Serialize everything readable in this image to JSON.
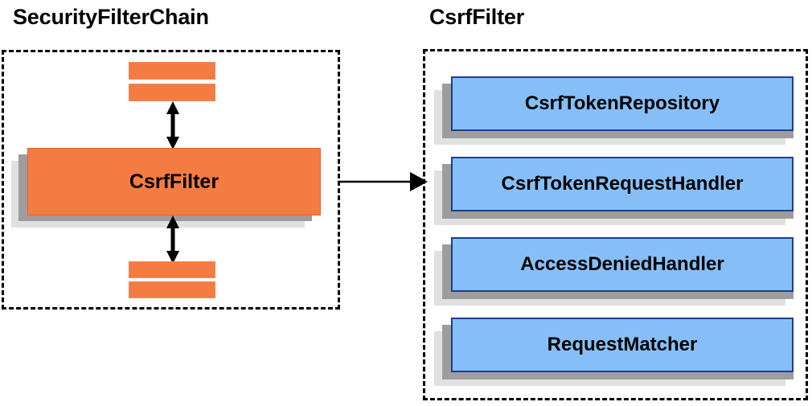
{
  "diagram": {
    "type": "component-relationship-diagram",
    "colors": {
      "orange_fill": "#f47b42",
      "orange_border": "#e2623a",
      "blue_fill": "#86bff7",
      "blue_border": "#1f3d8f",
      "shadow_dark": "#9d9d9d",
      "shadow_light": "#e0e0e0",
      "outline": "#000000",
      "background": "#ffffff"
    },
    "panels": [
      {
        "id": "security-filter-chain",
        "title": "SecurityFilterChain",
        "style": "dashed-outline",
        "items": [
          {
            "kind": "bar",
            "label": ""
          },
          {
            "kind": "bar",
            "label": ""
          },
          {
            "kind": "box",
            "label": "CsrfFilter",
            "highlighted": true
          },
          {
            "kind": "bar",
            "label": ""
          },
          {
            "kind": "bar",
            "label": ""
          }
        ]
      },
      {
        "id": "csrf-filter",
        "title": "CsrfFilter",
        "style": "dashed-outline",
        "items": [
          {
            "kind": "box",
            "label": "CsrfTokenRepository"
          },
          {
            "kind": "box",
            "label": "CsrfTokenRequestHandler"
          },
          {
            "kind": "box",
            "label": "AccessDeniedHandler"
          },
          {
            "kind": "box",
            "label": "RequestMatcher"
          }
        ]
      }
    ],
    "connectors": [
      {
        "id": "chain-up",
        "from": "CsrfFilter",
        "to": "filter-above",
        "style": "double-headed-vertical"
      },
      {
        "id": "chain-down",
        "from": "CsrfFilter",
        "to": "filter-below",
        "style": "double-headed-vertical"
      },
      {
        "id": "expand-link",
        "from": "SecurityFilterChain.CsrfFilter",
        "to": "CsrfFilter",
        "style": "single-headed-horizontal"
      }
    ]
  }
}
